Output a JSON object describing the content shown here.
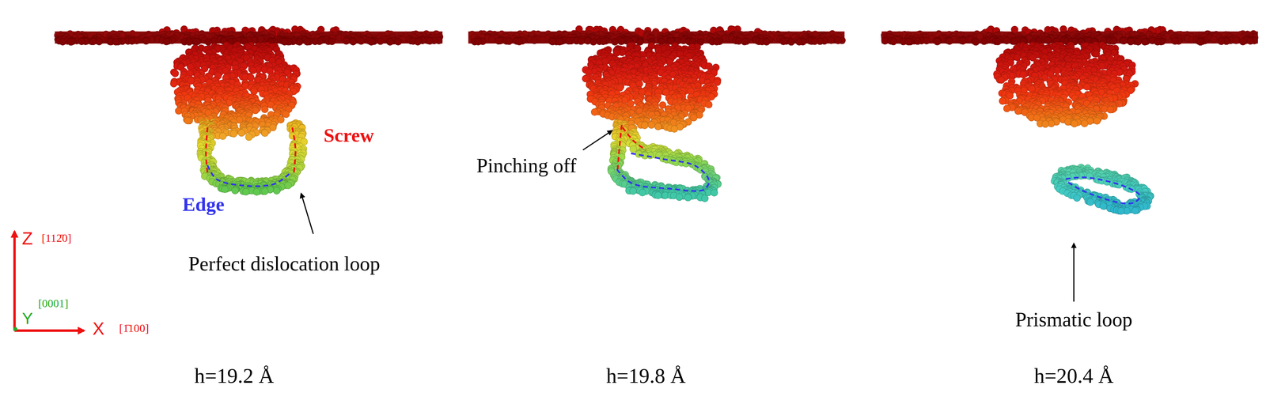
{
  "diagram": {
    "labels": [
      "Screw",
      "Edge",
      "Perfect dislocation loop",
      "Pinching off",
      "Prismatic loop",
      "Z",
      "[112̄0]",
      "Y",
      "[0001]",
      "X",
      "[1̄100]",
      "h=19.2 Å",
      "h=19.8 Å",
      "h=20.4 Å"
    ]
  }
}
